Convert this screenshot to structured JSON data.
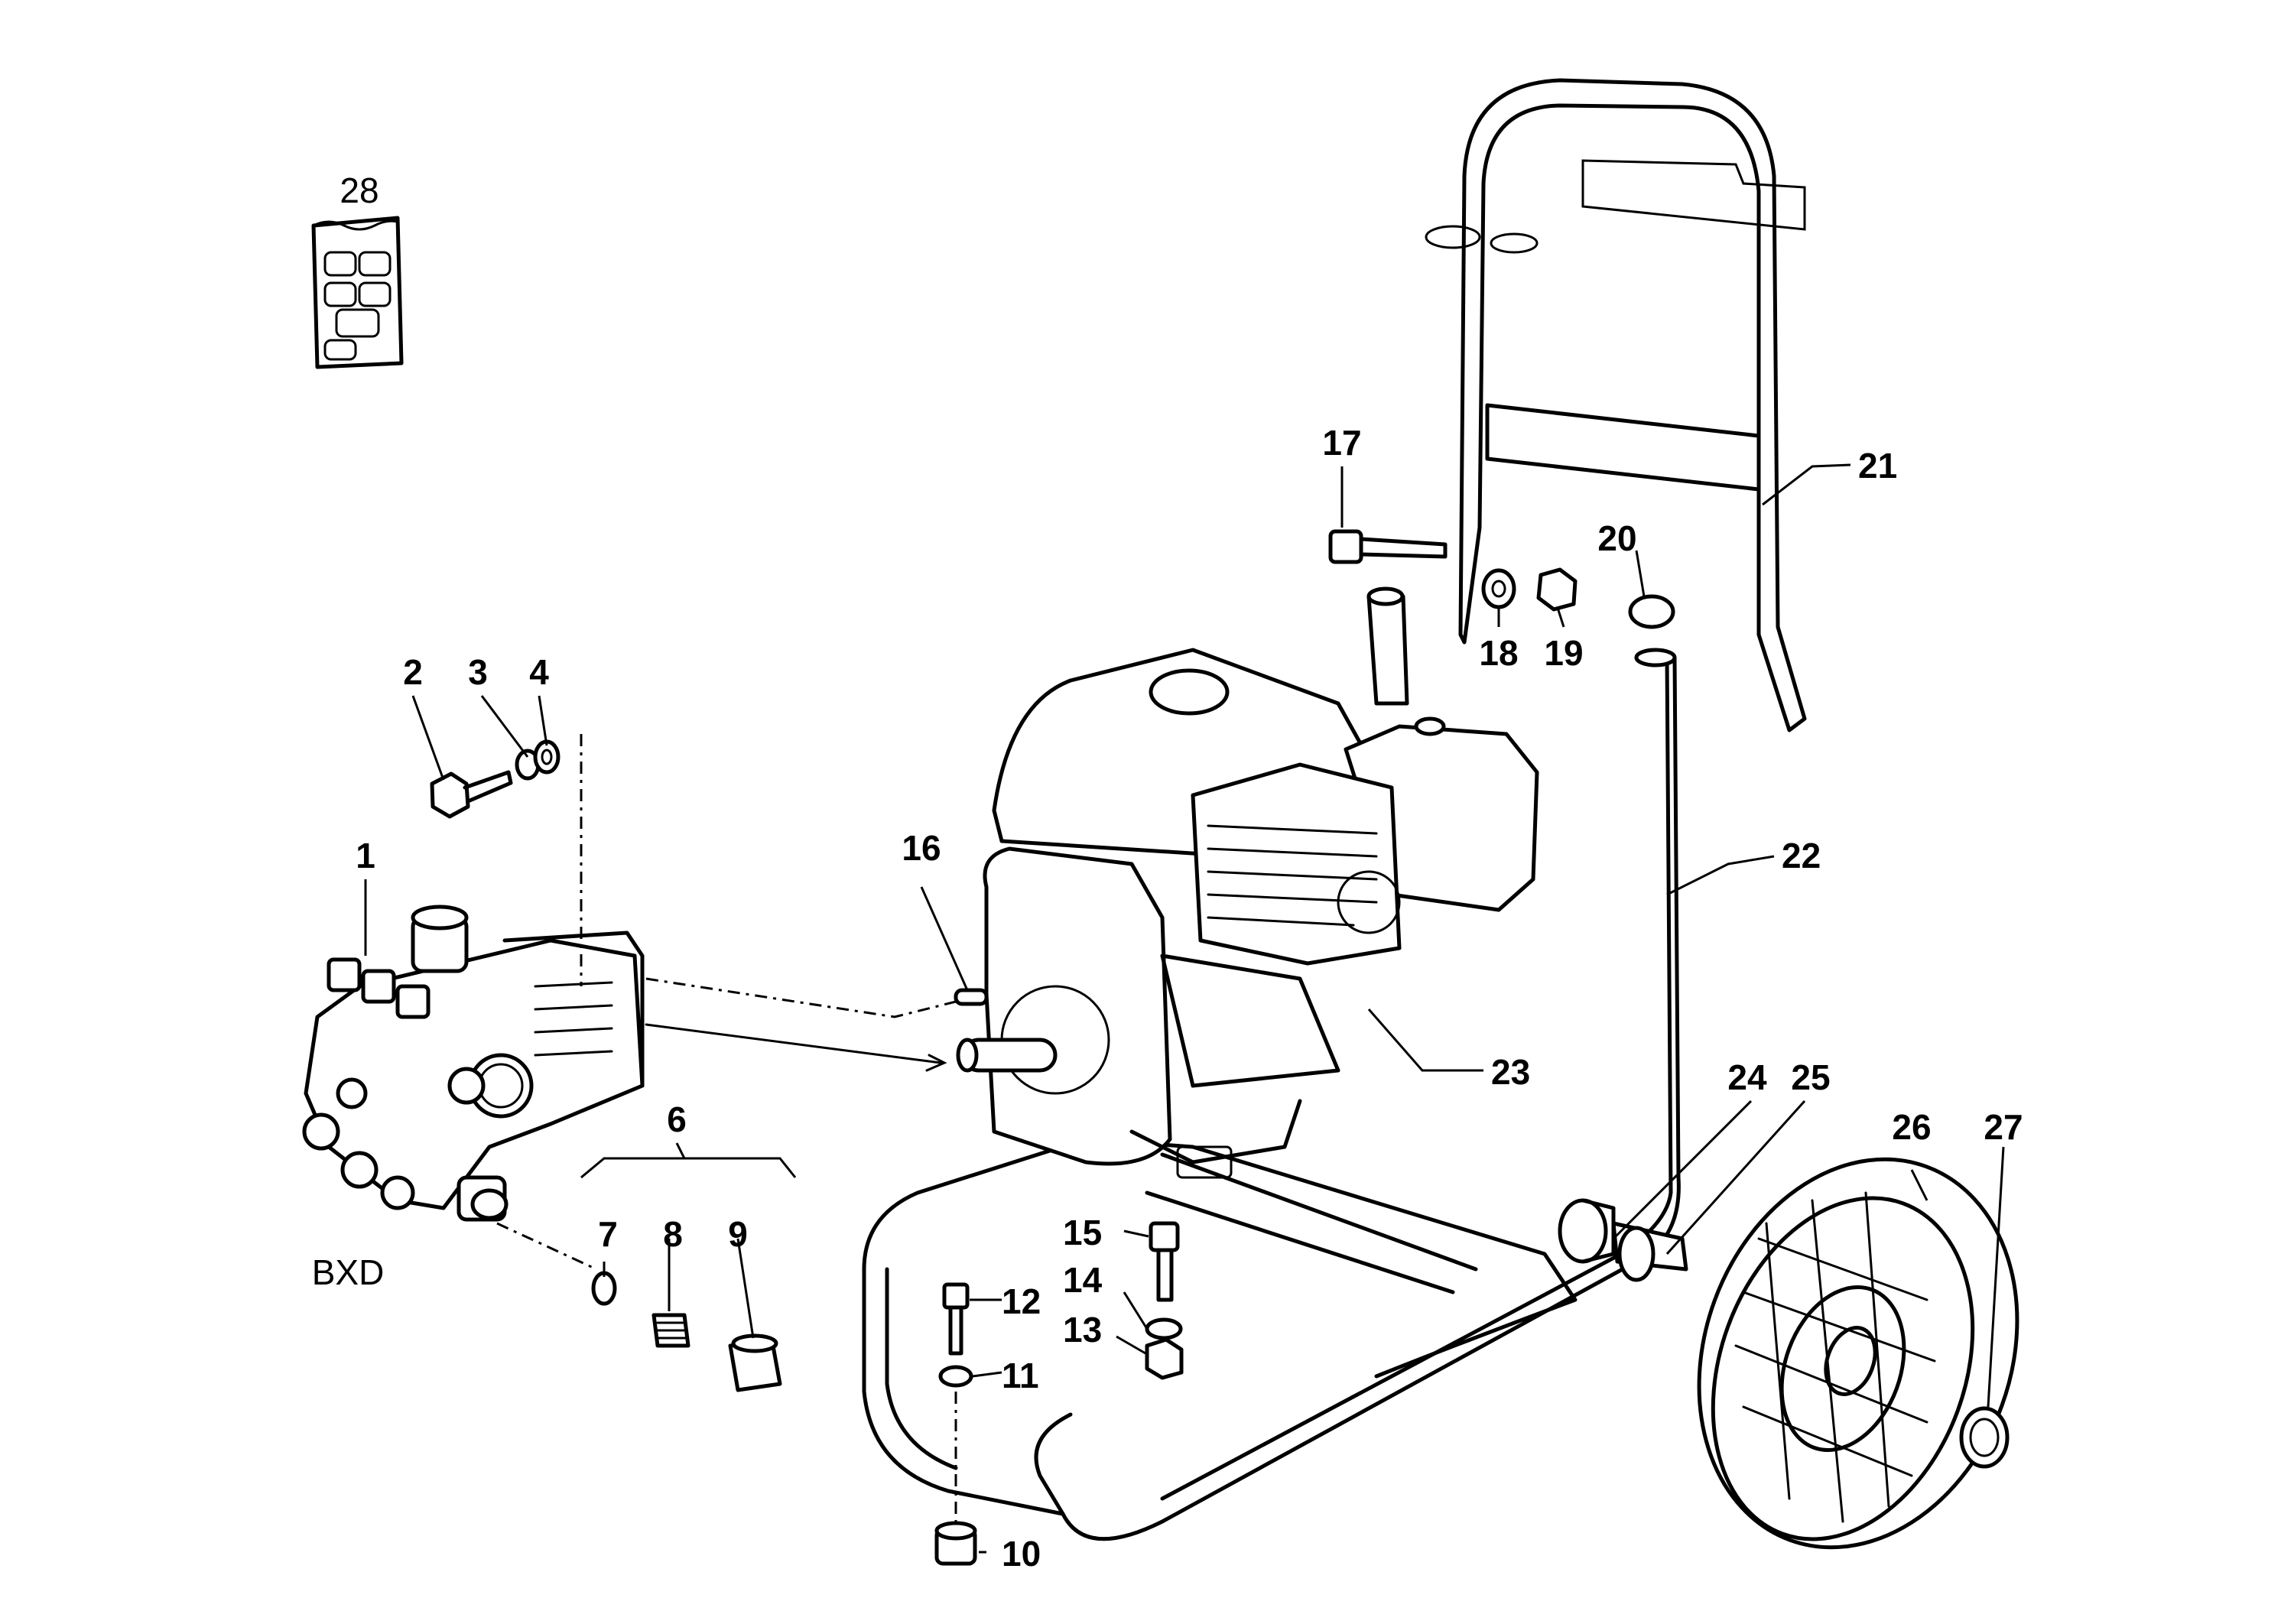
{
  "diagram": {
    "model_label": "BXD",
    "group_label": "6",
    "callouts": [
      {
        "id": "1",
        "text": "1"
      },
      {
        "id": "2",
        "text": "2"
      },
      {
        "id": "3",
        "text": "3"
      },
      {
        "id": "4",
        "text": "4"
      },
      {
        "id": "6",
        "text": "6"
      },
      {
        "id": "7",
        "text": "7"
      },
      {
        "id": "8",
        "text": "8"
      },
      {
        "id": "9",
        "text": "9"
      },
      {
        "id": "10",
        "text": "10"
      },
      {
        "id": "11",
        "text": "11"
      },
      {
        "id": "12",
        "text": "12"
      },
      {
        "id": "13",
        "text": "13"
      },
      {
        "id": "14",
        "text": "14"
      },
      {
        "id": "15",
        "text": "15"
      },
      {
        "id": "16",
        "text": "16"
      },
      {
        "id": "17",
        "text": "17"
      },
      {
        "id": "18",
        "text": "18"
      },
      {
        "id": "19",
        "text": "19"
      },
      {
        "id": "20",
        "text": "20"
      },
      {
        "id": "21",
        "text": "21"
      },
      {
        "id": "22",
        "text": "22"
      },
      {
        "id": "23",
        "text": "23"
      },
      {
        "id": "24",
        "text": "24"
      },
      {
        "id": "25",
        "text": "25"
      },
      {
        "id": "26",
        "text": "26"
      },
      {
        "id": "27",
        "text": "27"
      },
      {
        "id": "28",
        "text": "28"
      }
    ]
  }
}
